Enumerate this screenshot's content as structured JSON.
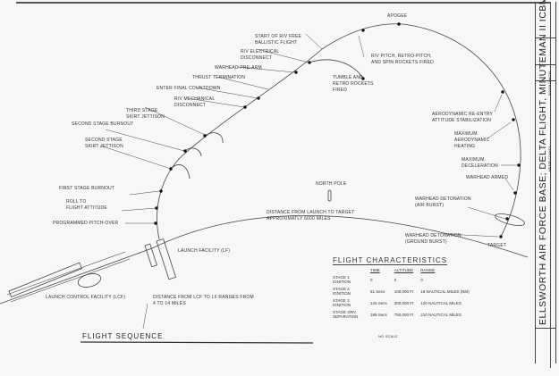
{
  "drawing_title": "FLIGHT SEQUENCE",
  "scale_note": "NO SCALE",
  "labels": {
    "apogee": "APOGEE",
    "start_rv_free": "START OF R/V FREE\nBALLISTIC FLIGHT",
    "rv_electrical": "R/V ELECTRICAL\nDISCONNECT",
    "warhead_prearm": "WARHEAD PRE-ARM",
    "thrust_termination": "THRUST TERMINATION",
    "final_countdown": "ENTER FINAL COUNTDOWN",
    "rv_mechanical": "R/V MECHANICAL\nDISCONNECT",
    "third_stage_skirt": "THIRD STAGE\nSKIRT JETTISON",
    "second_stage_burnout": "SECOND STAGE BURNOUT",
    "second_stage_skirt": "SECOND STAGE\nSKIRT JETTISON",
    "first_stage_burnout": "FIRST STAGE BURNOUT",
    "roll": "ROLL TO\nFLIGHT ATTITUDE",
    "pitch_over": "PROGRAMMED PITCH-OVER",
    "launch_facility": "LAUNCH FACILITY (LF)",
    "lcf": "LAUNCH CONTROL FACILITY (LCF)",
    "lcf_distance": "DISTANCE FROM LCF TO LF RANGES FROM\n4 TO 14 MILES",
    "tumble": "TUMBLE AND\nRETRO ROCKETS\nFIRED",
    "rv_pitch": "R/V PITCH, RETRO-PITCH,\nAND SPIN ROCKETS FIRED",
    "reentry": "AERODYNAMIC RE-ENTRY\nATTITUDE STABILIZATION",
    "max_heating": "MAXIMUM\nAERODYNAMIC\nHEATING",
    "max_decel": "MAXIMUM\nDECELERATION",
    "warhead_armed": "WARHEAD ARMED",
    "air_burst": "WARHEAD DETONATION\n(AIR BURST)",
    "ground_burst": "WARHEAD DETONATION\n(GROUND BURST)",
    "target": "TARGET",
    "north_pole": "NORTH POLE",
    "distance": "DISTANCE FROM LAUNCH TO TARGET\nAPPROXIMATLY 6000 MILES"
  },
  "flight_characteristics": {
    "title": "FLIGHT CHARACTERISTICS",
    "headers": [
      "TIME",
      "ALTITUDE",
      "RANGE"
    ],
    "rows": [
      {
        "event": "STAGE 1\nIGNITION",
        "time": "0",
        "altitude": "0",
        "range": "0"
      },
      {
        "event": "STAGE 2\nIGNITION",
        "time": "61 Secs",
        "altitude": "100,000 Ft",
        "range": "18 NAUTICAL MILES (NM)"
      },
      {
        "event": "STAGE 3\nIGNITION",
        "time": "125 Secs",
        "altitude": "300,000 Ft",
        "range": "120 NAUTICAL MILES"
      },
      {
        "event": "STAGE 3/RV\nSEPARATION",
        "time": "186 Secs",
        "altitude": "750,000 Ft",
        "range": "210 NAUTICAL MILES"
      }
    ]
  },
  "title_block": {
    "main": "ELLSWORTH AIR FORCE BASE; DELTA FLIGHT, MINUTEMAN II ICBM",
    "county": "MEADE COUNTY",
    "state": "SOUTH DAKOTA"
  }
}
